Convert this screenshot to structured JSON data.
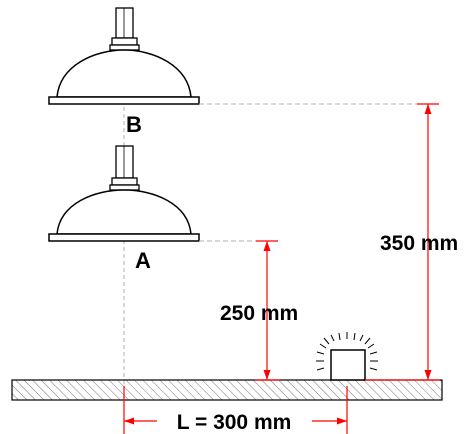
{
  "labels": {
    "lamp_b": "B",
    "lamp_a": "A",
    "dim_350": "350 mm",
    "dim_250": "250 mm",
    "dim_L": "L = 300 mm"
  },
  "colors": {
    "dimension": "#ff0000",
    "outline": "#000000",
    "hatch": "#555555",
    "leader": "#b0b0b0"
  }
}
